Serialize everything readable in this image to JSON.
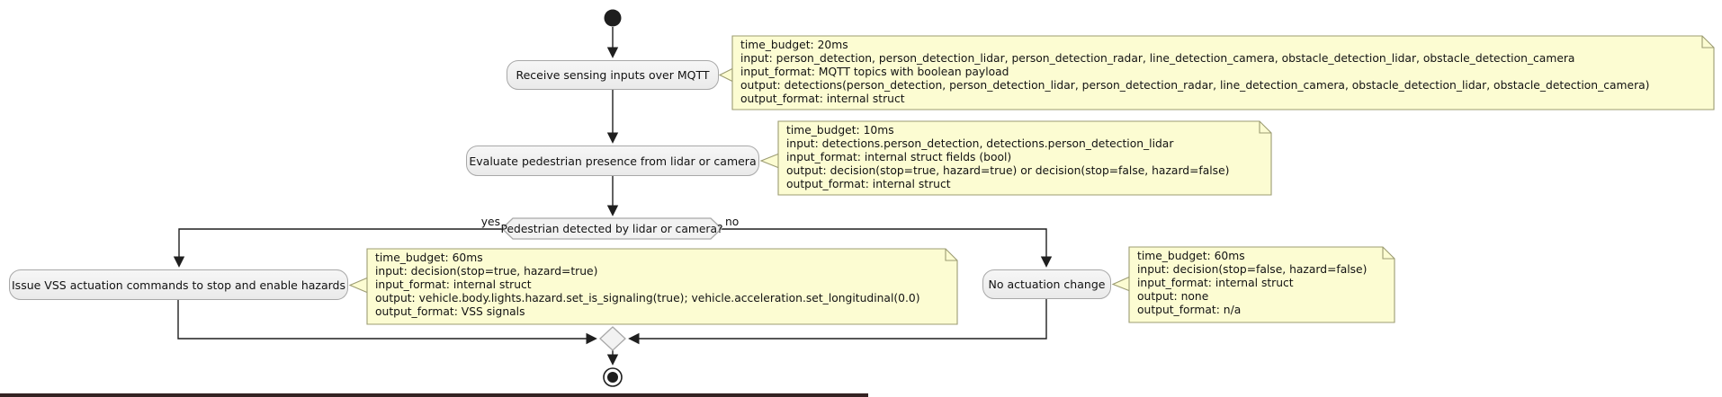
{
  "activities": {
    "receive": {
      "label": "Receive sensing inputs over MQTT"
    },
    "evaluate": {
      "label": "Evaluate pedestrian presence from lidar or camera"
    },
    "issue": {
      "label": "Issue VSS actuation commands to stop and enable hazards"
    },
    "no_change": {
      "label": "No actuation change"
    }
  },
  "decision": {
    "question": "Pedestrian detected by lidar or camera?",
    "yes_label": "yes",
    "no_label": "no"
  },
  "notes": {
    "receive": {
      "lines": [
        "time_budget: 20ms",
        "input: person_detection, person_detection_lidar, person_detection_radar, line_detection_camera, obstacle_detection_lidar, obstacle_detection_camera",
        "input_format: MQTT topics with boolean payload",
        "output: detections(person_detection, person_detection_lidar, person_detection_radar, line_detection_camera, obstacle_detection_lidar, obstacle_detection_camera)",
        "output_format: internal struct"
      ]
    },
    "evaluate": {
      "lines": [
        "time_budget: 10ms",
        "input: detections.person_detection, detections.person_detection_lidar",
        "input_format: internal struct fields (bool)",
        "output: decision(stop=true, hazard=true) or decision(stop=false, hazard=false)",
        "output_format: internal struct"
      ]
    },
    "issue": {
      "lines": [
        "time_budget: 60ms",
        "input: decision(stop=true, hazard=true)",
        "input_format: internal struct",
        "output: vehicle.body.lights.hazard.set_is_signaling(true); vehicle.acceleration.set_longitudinal(0.0)",
        "output_format: VSS signals"
      ]
    },
    "no_change": {
      "lines": [
        "time_budget: 60ms",
        "input: decision(stop=false, hazard=false)",
        "input_format: internal struct",
        "output: none",
        "output_format: n/a"
      ]
    }
  },
  "colors": {
    "note_bg": "#fcfcd2",
    "note_border": "#9c9c72",
    "shape_border": "#a8a8a8",
    "line_color": "#1f1f1f"
  }
}
